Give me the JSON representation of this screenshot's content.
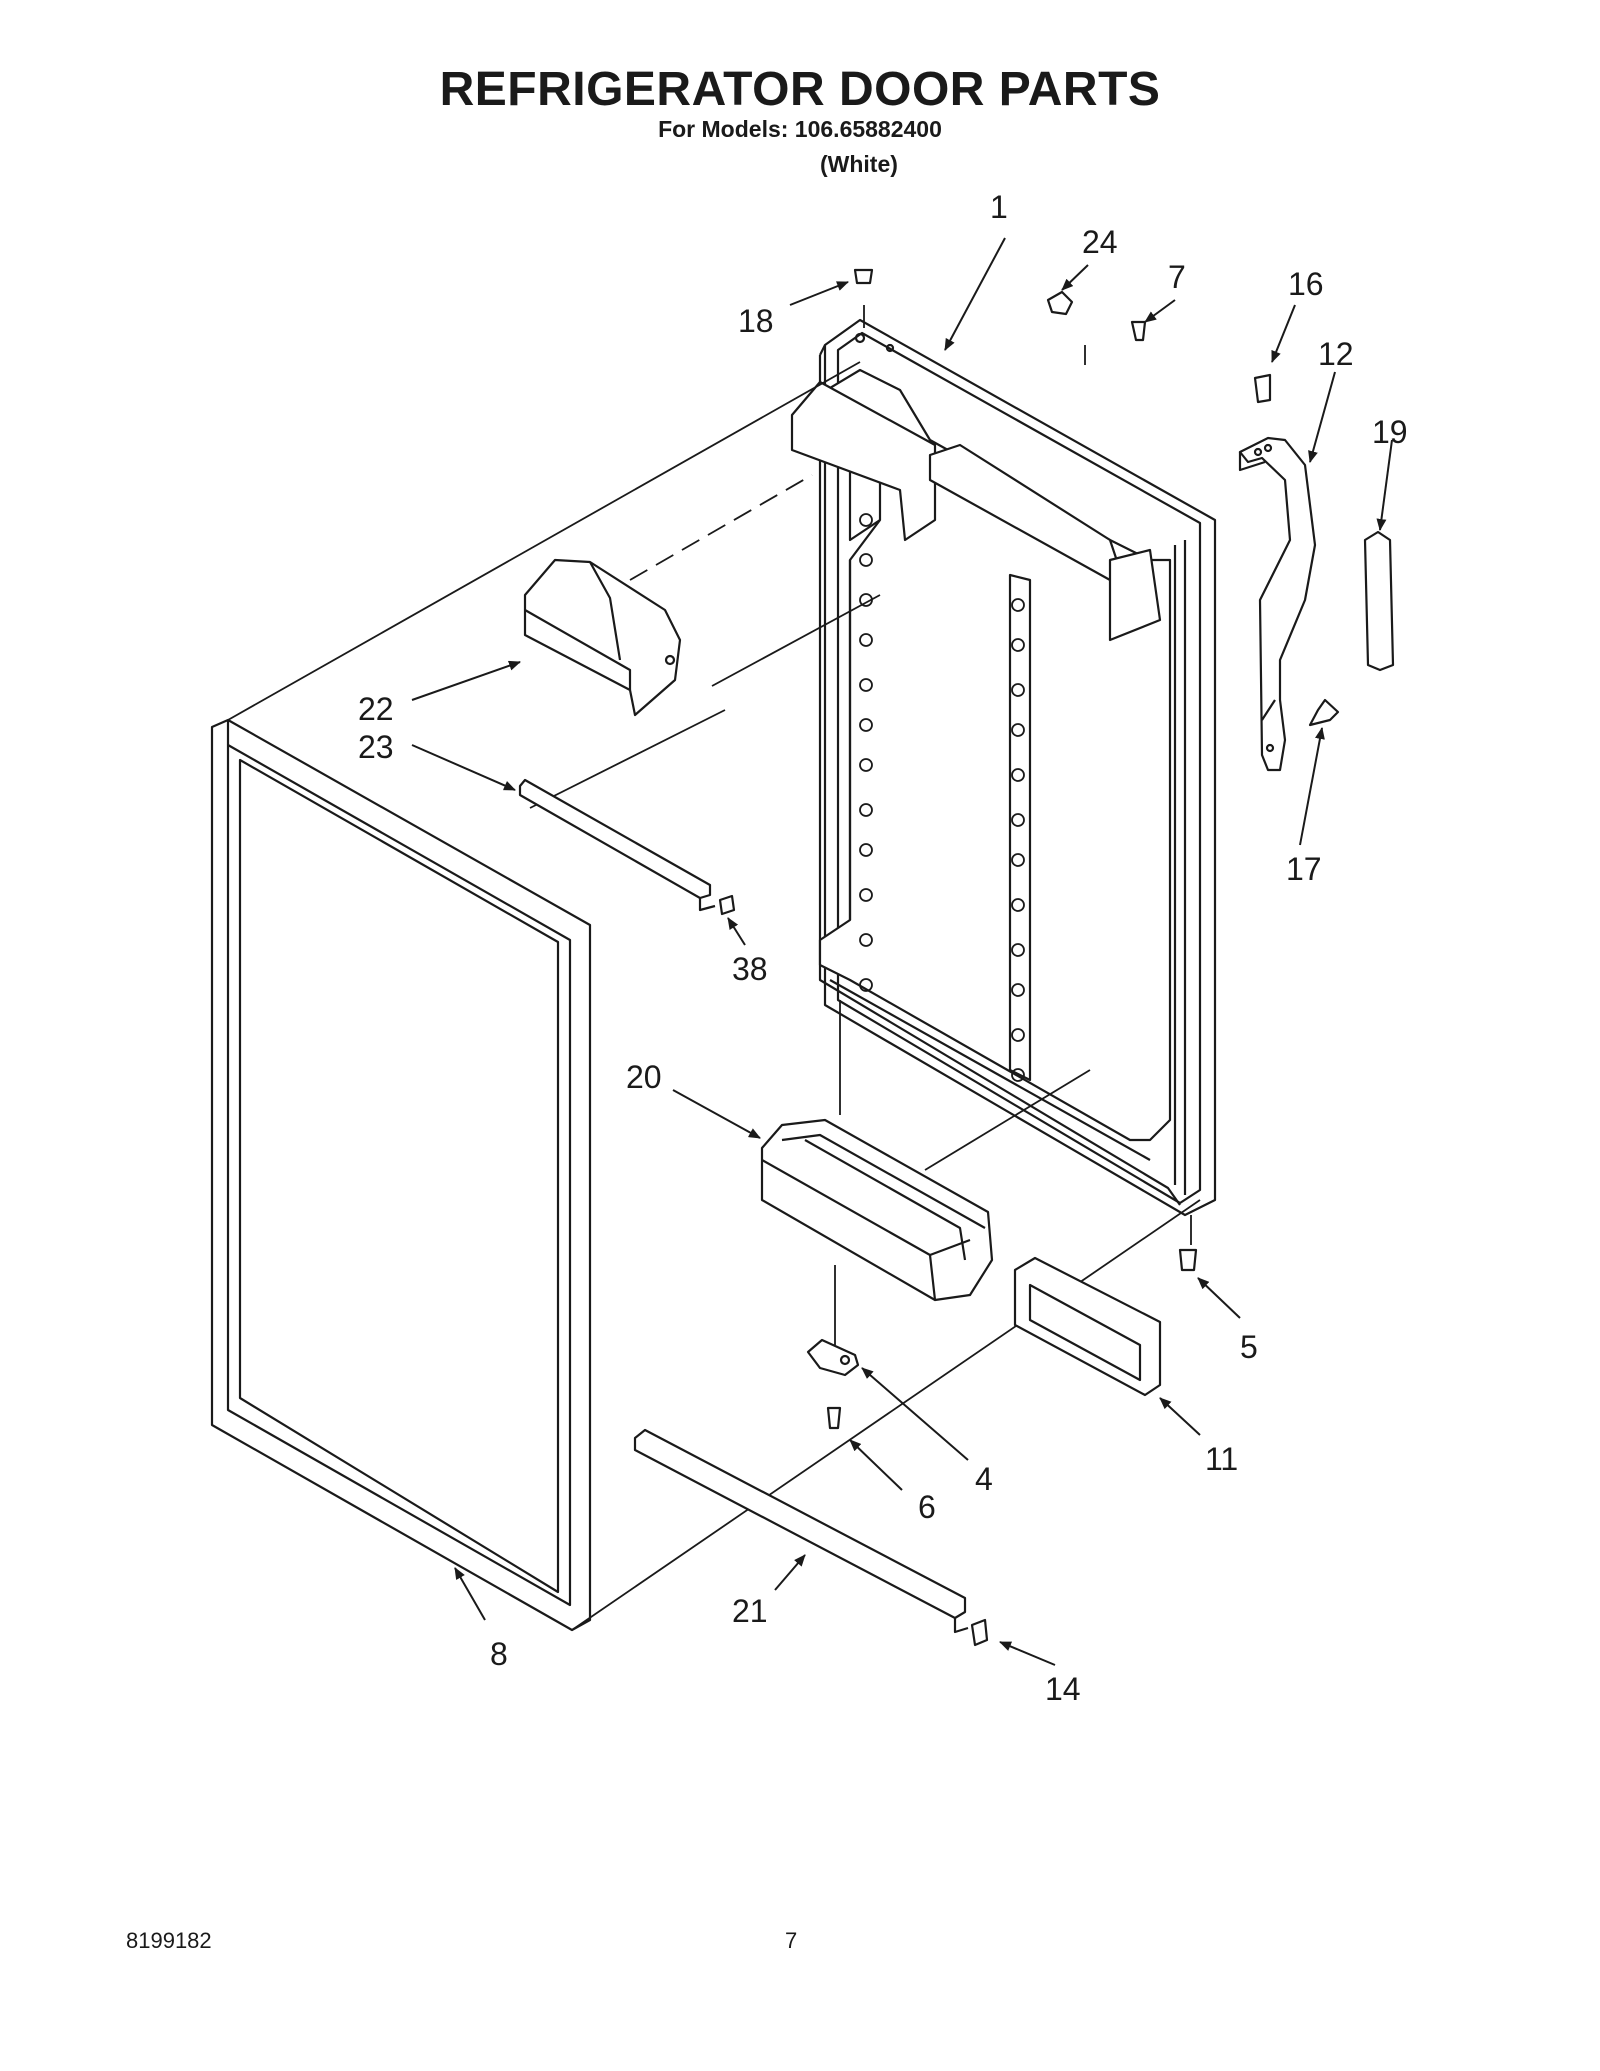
{
  "header": {
    "title": "REFRIGERATOR DOOR PARTS",
    "models_line": "For Models: 106.65882400",
    "variant": "(White)"
  },
  "footer": {
    "doc_number": "8199182",
    "page_number": "7"
  },
  "callouts": {
    "c1": "1",
    "c24": "24",
    "c7": "7",
    "c16": "16",
    "c12": "12",
    "c19": "19",
    "c18": "18",
    "c22": "22",
    "c23": "23",
    "c38": "38",
    "c17": "17",
    "c20": "20",
    "c5": "5",
    "c4": "4",
    "c11": "11",
    "c6": "6",
    "c8": "8",
    "c21": "21",
    "c14": "14"
  },
  "colors": {
    "line": "#1a1a1a",
    "background": "#ffffff"
  }
}
